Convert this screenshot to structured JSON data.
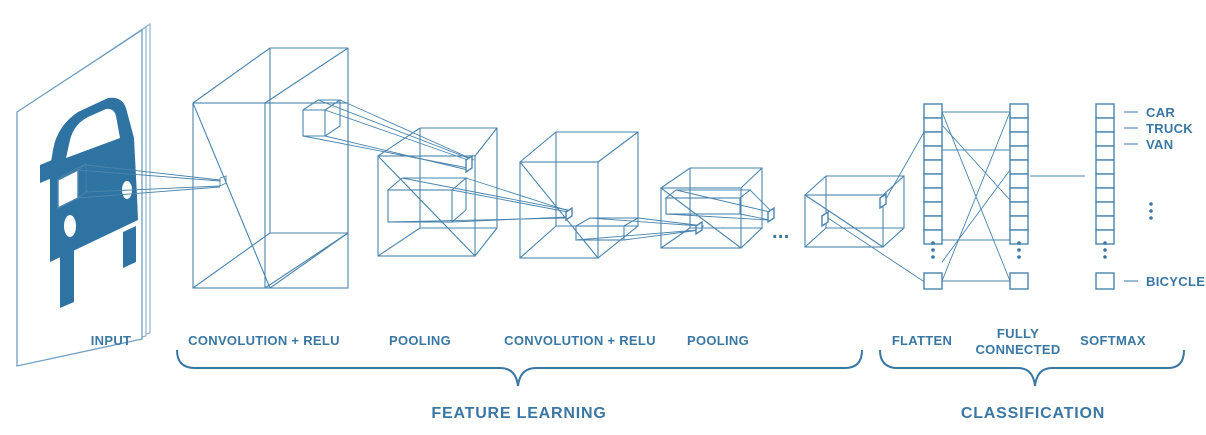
{
  "diagram": {
    "stage_labels": {
      "input": "INPUT",
      "conv1": "CONVOLUTION + RELU",
      "pool1": "POOLING",
      "conv2": "CONVOLUTION + RELU",
      "pool2": "POOLING",
      "flatten": "FLATTEN",
      "fc_line1": "FULLY",
      "fc_line2": "CONNECTED",
      "softmax": "SOFTMAX"
    },
    "group_labels": {
      "feature_learning": "FEATURE LEARNING",
      "classification": "CLASSIFICATION"
    },
    "output_classes": [
      "CAR",
      "TRUCK",
      "VAN",
      "BICYCLE"
    ],
    "ellipsis": "...",
    "colors": {
      "primary": "#3a77a3",
      "car_fill": "#2f73a3",
      "line": "#4a84ad",
      "background": "#ffffff"
    }
  }
}
